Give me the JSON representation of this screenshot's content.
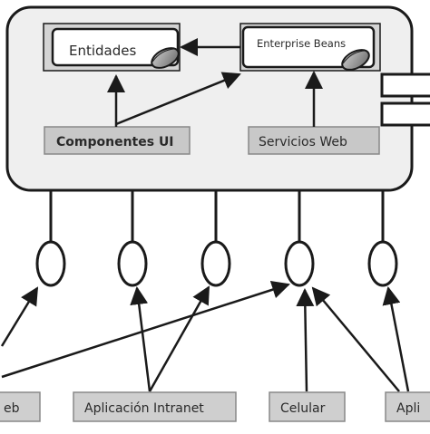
{
  "diagram": {
    "components": {
      "entidades": "Entidades",
      "enterprise_beans": "Enterprise Beans",
      "componentes_ui": "Componentes UI",
      "servicios_web": "Servicios Web"
    },
    "clients": {
      "web_partial": "eb",
      "aplicacion_intranet": "Aplicación Intranet",
      "celular": "Celular",
      "aplicacion_partial": "Apli"
    }
  }
}
